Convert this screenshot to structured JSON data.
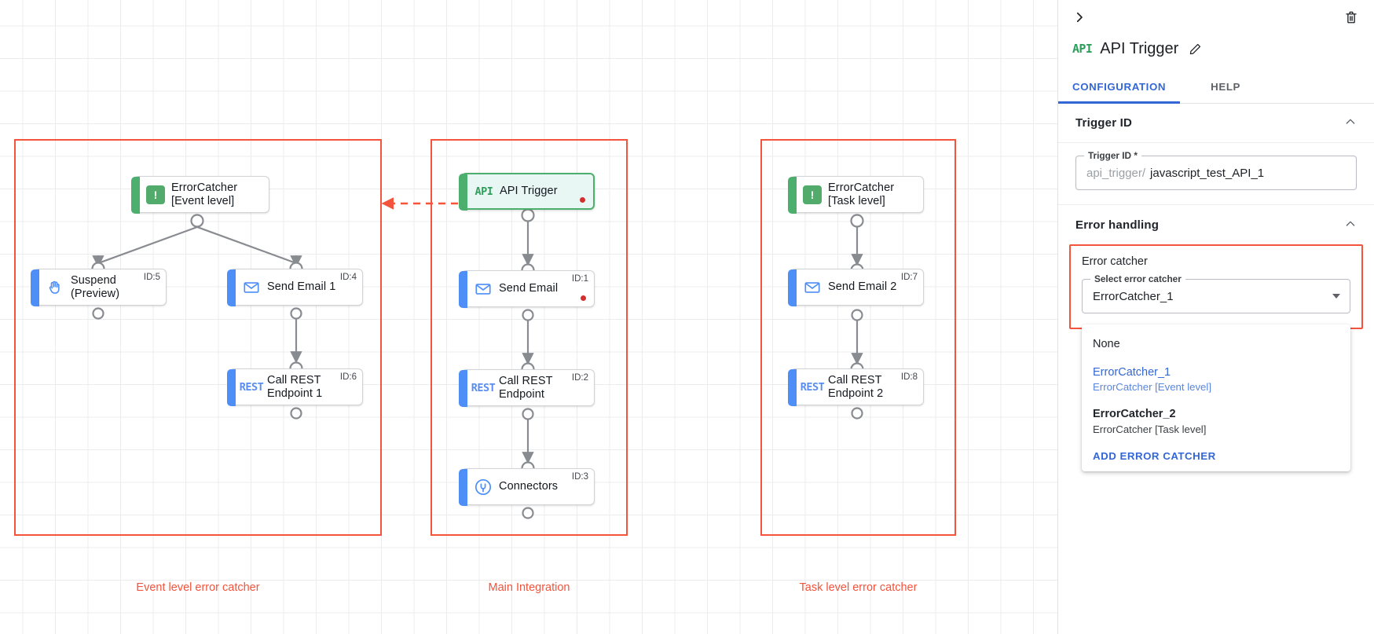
{
  "canvas": {
    "groups": [
      {
        "label": "Event level error catcher"
      },
      {
        "label": "Main Integration"
      },
      {
        "label": "Task level error catcher"
      }
    ],
    "nodes": [
      {
        "name": "error-catcher-event",
        "label": "ErrorCatcher\n[Event level]",
        "icon": "alert-badge-icon",
        "id_tag": "",
        "accent": "green",
        "selected": false,
        "error_dot": false
      },
      {
        "name": "suspend-preview",
        "label": "Suspend\n(Preview)",
        "icon": "hand-icon",
        "id_tag": "ID:5",
        "accent": "blue",
        "selected": false,
        "error_dot": false
      },
      {
        "name": "send-email-1",
        "label": "Send Email 1",
        "icon": "envelope-icon",
        "id_tag": "ID:4",
        "accent": "blue",
        "selected": false,
        "error_dot": false
      },
      {
        "name": "call-rest-endpoint-1",
        "label": "Call REST\nEndpoint 1",
        "icon": "rest-icon",
        "id_tag": "ID:6",
        "accent": "blue",
        "selected": false,
        "error_dot": false
      },
      {
        "name": "api-trigger",
        "label": "API Trigger",
        "icon": "api-icon",
        "id_tag": "",
        "accent": "green",
        "selected": true,
        "error_dot": true
      },
      {
        "name": "send-email-main",
        "label": "Send Email",
        "icon": "envelope-icon",
        "id_tag": "ID:1",
        "accent": "blue",
        "selected": false,
        "error_dot": true
      },
      {
        "name": "call-rest-endpoint-main",
        "label": "Call REST\nEndpoint",
        "icon": "rest-icon",
        "id_tag": "ID:2",
        "accent": "blue",
        "selected": false,
        "error_dot": false
      },
      {
        "name": "connectors",
        "label": "Connectors",
        "icon": "connector-icon",
        "id_tag": "ID:3",
        "accent": "blue",
        "selected": false,
        "error_dot": false
      },
      {
        "name": "error-catcher-task",
        "label": "ErrorCatcher\n[Task level]",
        "icon": "alert-badge-icon",
        "id_tag": "",
        "accent": "green",
        "selected": false,
        "error_dot": false
      },
      {
        "name": "send-email-2",
        "label": "Send Email 2",
        "icon": "envelope-icon",
        "id_tag": "ID:7",
        "accent": "blue",
        "selected": false,
        "error_dot": false
      },
      {
        "name": "call-rest-endpoint-2",
        "label": "Call REST\nEndpoint 2",
        "icon": "rest-icon",
        "id_tag": "ID:8",
        "accent": "blue",
        "selected": false,
        "error_dot": false
      }
    ],
    "icon_text": {
      "api": "API",
      "rest": "REST",
      "alert": "!"
    },
    "colors": {
      "group_border": "#f4533c",
      "group_label": "#f4533c",
      "accent_blue": "#4d8ef7",
      "accent_green": "#4caf6e",
      "selected_fill": "#e8f6f4",
      "edge": "#888b90",
      "error_dot": "#d32f2f"
    }
  },
  "panel": {
    "collapse_icon": "chevron-right-icon",
    "delete_icon": "trash-icon",
    "title_icon": "api-icon",
    "title_icon_text": "API",
    "title": "API Trigger",
    "edit_icon": "pencil-icon",
    "tabs": [
      {
        "label": "CONFIGURATION",
        "active": true
      },
      {
        "label": "HELP",
        "active": false
      }
    ],
    "trigger_id_section": {
      "heading": "Trigger ID",
      "collapse_icon": "chevron-up-icon",
      "field": {
        "legend": "Trigger ID *",
        "prefix": "api_trigger/",
        "value": "javascript_test_API_1"
      }
    },
    "error_handling_section": {
      "heading": "Error handling",
      "collapse_icon": "chevron-up-icon",
      "block_title": "Error catcher",
      "select": {
        "legend": "Select error catcher",
        "value": "ErrorCatcher_1",
        "arrow_icon": "chevron-down-icon"
      },
      "dropdown": {
        "options": [
          {
            "main": "None",
            "sub": "",
            "selected": false,
            "bold": false
          },
          {
            "main": "ErrorCatcher_1",
            "sub": "ErrorCatcher [Event level]",
            "selected": true,
            "bold": false
          },
          {
            "main": "ErrorCatcher_2",
            "sub": "ErrorCatcher [Task level]",
            "selected": false,
            "bold": true
          }
        ],
        "action_label": "ADD ERROR CATCHER"
      }
    },
    "colors": {
      "accent": "#3367d6",
      "highlight_border": "#f4533c"
    }
  }
}
